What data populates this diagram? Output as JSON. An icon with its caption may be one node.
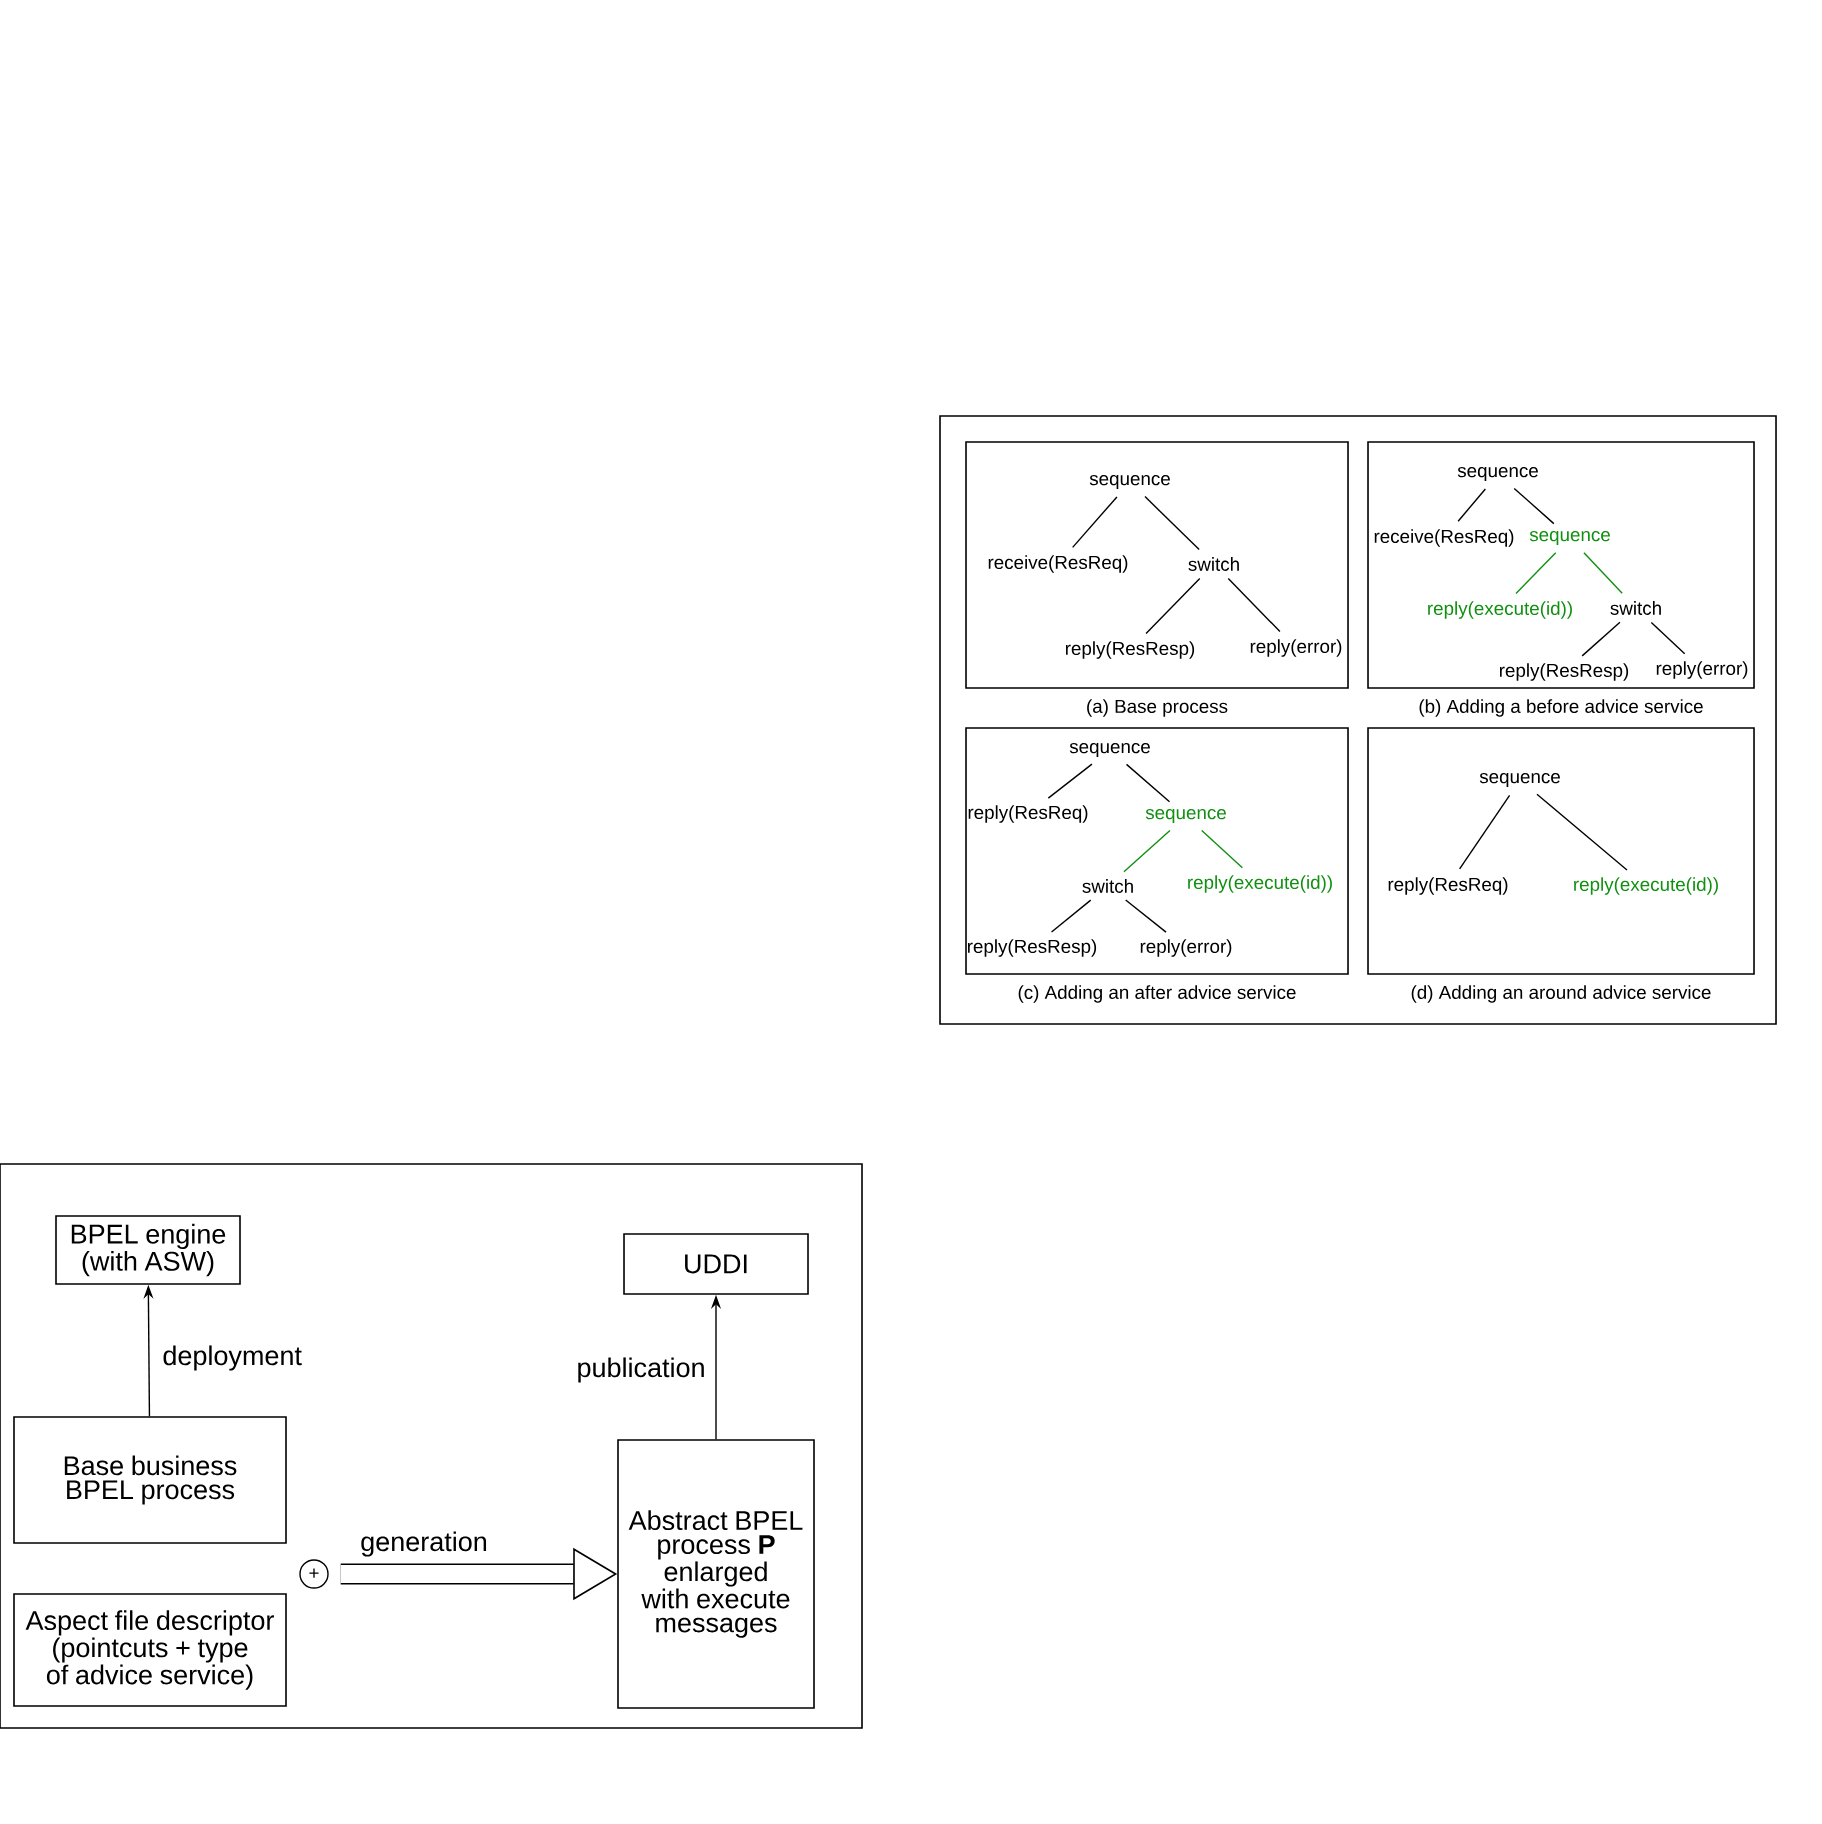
{
  "diagram": {
    "nodes": [
      {
        "text": [
          "BPEL engine (with ASW)"
        ]
      },
      {
        "text": [
          "Base business BPEL process"
        ]
      },
      {
        "text": [
          "Aspect file descriptor (pointcuts + type of advice service)"
        ]
      },
      {
        "text": [
          "+"
        ]
      },
      {
        "text": [
          "UDDI"
        ]
      },
      {
        "text": [
          "Abstract BPEL process **P** enlarged with execute messages"
        ]
      },
      {
        "text": [],
        "shape": "box",
        "beside": [
          "(a) Base process"
        ]
      },
      {
        "text": [
          "sequence"
        ],
        "in": 6
      },
      {
        "text": [
          "receive(ResReq)"
        ],
        "in": 6
      },
      {
        "text": [
          "switch"
        ],
        "in": 6
      },
      {
        "text": [
          "reply(ResResp)"
        ],
        "in": 6
      },
      {
        "text": [
          "reply(error)"
        ],
        "in": 6
      },
      {
        "text": [],
        "shape": "box",
        "beside": [
          "(b) Adding a before advice service"
        ]
      },
      {
        "text": [
          "sequence"
        ],
        "in": 12
      },
      {
        "text": [
          "receive(ResReq)"
        ],
        "in": 12
      },
      {
        "text": [
          "sequence"
        ],
        "in": 12
      },
      {
        "text": [
          "reply(execute(id))"
        ],
        "in": 12
      },
      {
        "text": [
          "switch"
        ],
        "in": 12
      },
      {
        "text": [
          "reply(ResResp)"
        ],
        "in": 12
      },
      {
        "text": [
          "reply(error)"
        ],
        "in": 12
      },
      {
        "text": [],
        "shape": "box",
        "beside": [
          "(c) Adding an after advice service"
        ]
      },
      {
        "text": [
          "sequence"
        ],
        "in": 20
      },
      {
        "text": [
          "reply(ResReq)"
        ],
        "in": 20
      },
      {
        "text": [
          "sequence"
        ],
        "in": 20
      },
      {
        "text": [
          "switch"
        ],
        "in": 20
      },
      {
        "text": [
          "reply(execute(id))"
        ],
        "in": 20
      },
      {
        "text": [
          "reply(ResResp)"
        ],
        "in": 20
      },
      {
        "text": [
          "reply(error)"
        ],
        "in": 20
      },
      {
        "text": [],
        "shape": "box",
        "beside": [
          "(d) Adding an around advice service"
        ]
      },
      {
        "text": [
          "sequence"
        ],
        "in": 28
      },
      {
        "text": [
          "reply(ResReq)"
        ],
        "in": 28
      },
      {
        "text": [
          "reply(execute(id))"
        ],
        "in": 28
      }
    ],
    "edges": [
      {
        "from": 1,
        "to": 0,
        "arrow": "to",
        "label": "deployment"
      },
      {
        "from": 3,
        "to": 5,
        "arrow": "to",
        "label": "generation",
        "style": "thick"
      },
      {
        "from": 5,
        "to": 4,
        "arrow": "to",
        "label": "publication"
      },
      {
        "from": 7,
        "to": 8,
        "arrow": "none"
      },
      {
        "from": 7,
        "to": 9,
        "arrow": "none"
      },
      {
        "from": 9,
        "to": 10,
        "arrow": "none"
      },
      {
        "from": 9,
        "to": 11,
        "arrow": "none"
      },
      {
        "from": 13,
        "to": 14,
        "arrow": "none"
      },
      {
        "from": 13,
        "to": 15,
        "arrow": "none"
      },
      {
        "from": 15,
        "to": 16,
        "arrow": "none",
        "color": "#109010"
      },
      {
        "from": 15,
        "to": 17,
        "arrow": "none",
        "color": "#109010"
      },
      {
        "from": 17,
        "to": 18,
        "arrow": "none"
      },
      {
        "from": 17,
        "to": 19,
        "arrow": "none"
      },
      {
        "from": 21,
        "to": 22,
        "arrow": "none"
      },
      {
        "from": 21,
        "to": 23,
        "arrow": "none"
      },
      {
        "from": 23,
        "to": 24,
        "arrow": "none",
        "color": "#109010"
      },
      {
        "from": 23,
        "to": 25,
        "arrow": "none",
        "color": "#109010"
      },
      {
        "from": 24,
        "to": 26,
        "arrow": "none"
      },
      {
        "from": 24,
        "to": 27,
        "arrow": "none"
      },
      {
        "from": 29,
        "to": 30,
        "arrow": "none"
      },
      {
        "from": 29,
        "to": 31,
        "arrow": "none"
      }
    ]
  }
}
